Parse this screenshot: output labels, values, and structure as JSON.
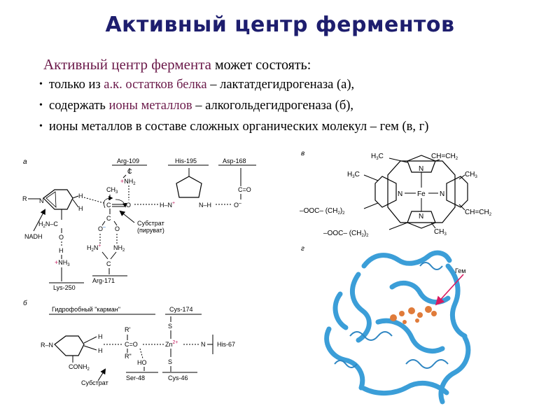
{
  "title": "Активный центр ферментов",
  "intro": {
    "highlight": "Активный центр фермента",
    "rest": " может состоять:"
  },
  "bullets": [
    {
      "pre": "только из ",
      "hl": "а.к. остатков белка",
      "post": " – лактатдегидрогеназа (а),"
    },
    {
      "pre": "содержать ",
      "hl": "ионы металлов",
      "post": " – алкогольдегидрогеназа (б),"
    },
    {
      "hl": "ионы металлов в составе сложных органических молекул",
      "post": " – гем (в, г)"
    }
  ],
  "panel_a": {
    "label": "а",
    "residues": {
      "arg109": "Arg-109",
      "his195": "His-195",
      "asp168": "Asp-168",
      "lys250": "Lys-250",
      "arg171": "Arg-171"
    },
    "substrate": "Субстрат",
    "pyruvate": "(пируват)",
    "nadh": "NADH",
    "r": "R",
    "h": "H",
    "ch3": "CH",
    "c": "C",
    "o": "O",
    "n": "N",
    "nh": "NH",
    "nh2": "NH",
    "h2n": "H",
    "sub2": "2",
    "sub3": "3",
    "plus": "+",
    "minus": "–"
  },
  "panel_b": {
    "label": "б",
    "pocket": "Гидрофобный \"карман\"",
    "cys174": "Cys-174",
    "cys46": "Cys-46",
    "his67": "His-67",
    "ser48": "Ser-48",
    "substrate": "Субстрат",
    "zn": "Zn",
    "zn_charge": "2+",
    "r1": "R'",
    "r2": "R\"",
    "ho": "HO",
    "s": "S",
    "conh2": "CONH",
    "r": "R",
    "n": "N",
    "h": "H",
    "c": "C",
    "o": "O"
  },
  "panel_c": {
    "label": "в",
    "h3c": "H",
    "ch3": "CH",
    "ch_ch2": "CH=CH",
    "fe": "Fe",
    "n": "N",
    "ooc": "OOC",
    "ch2_2": "(CH",
    "sub2": "2",
    "sub3": "3",
    "close": ")",
    "minus": "–"
  },
  "panel_d": {
    "label": "г",
    "heme": "Гем",
    "protein_color": "#3b9ed8",
    "heme_color": "#e07b3a",
    "arrow_color": "#d81b60"
  },
  "colors": {
    "title": "#1e1e6e",
    "highlight": "#6b1a4a",
    "charge": "#c2185b"
  }
}
